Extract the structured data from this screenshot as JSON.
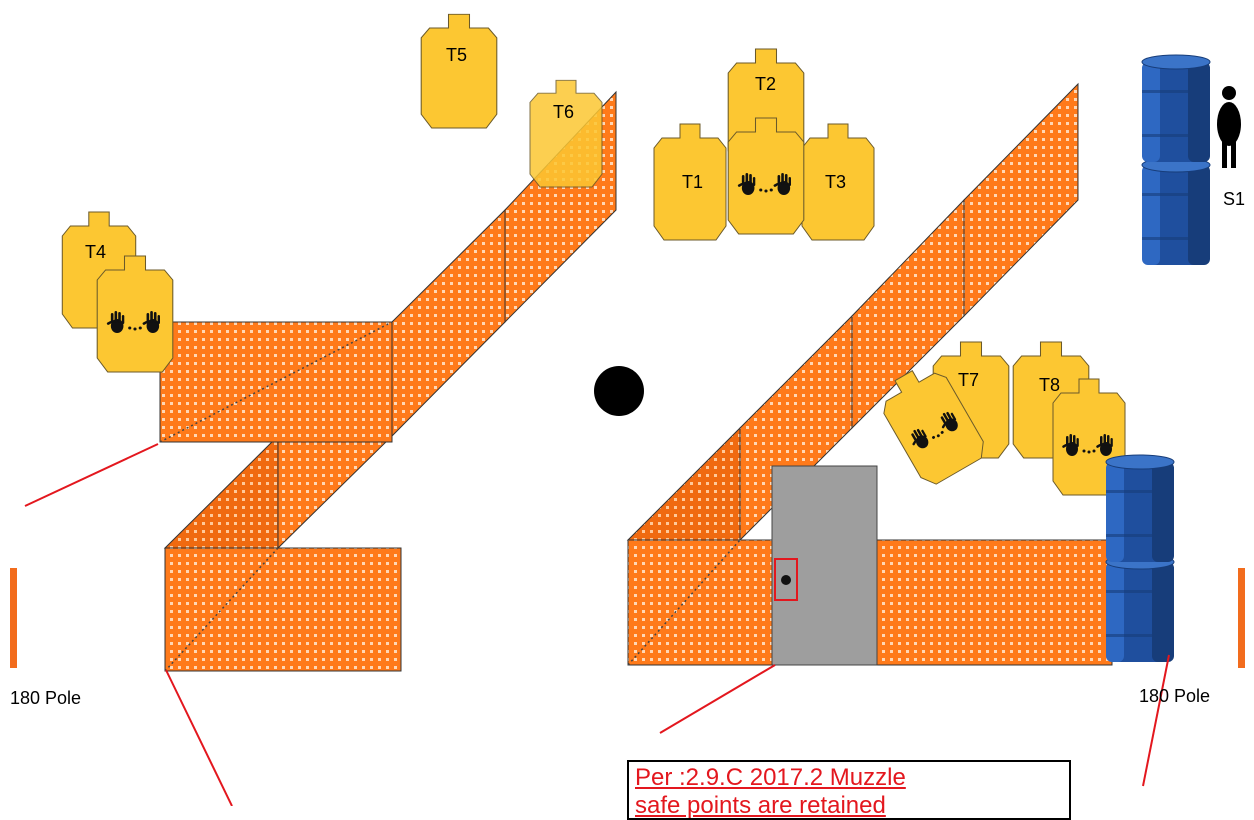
{
  "targets": {
    "t1": "T1",
    "t2": "T2",
    "t3": "T3",
    "t4": "T4",
    "t5": "T5",
    "t6": "T6",
    "t7": "T7",
    "t8": "T8"
  },
  "start_position": "S1",
  "poles": {
    "left": "180 Pole",
    "right": "180 Pole"
  },
  "note": {
    "line1": "Per :2.9.C 2017.2 Muzzle",
    "line2": "safe points are retained"
  },
  "colors": {
    "target": "#fcc732",
    "target_outline": "#6b5a2a",
    "wall": "#ff7a1a",
    "wall_dark": "#e0600a",
    "barrel": "#1f4f9e",
    "door": "#9e9e9e",
    "leader": "#e3171e",
    "pole": "#f26c1d"
  },
  "icons": {
    "no_shoot": "hand-prints-icon",
    "barrel": "barrel-icon",
    "shooter": "shooter-silhouette-icon",
    "activator": "black-dot-icon"
  }
}
